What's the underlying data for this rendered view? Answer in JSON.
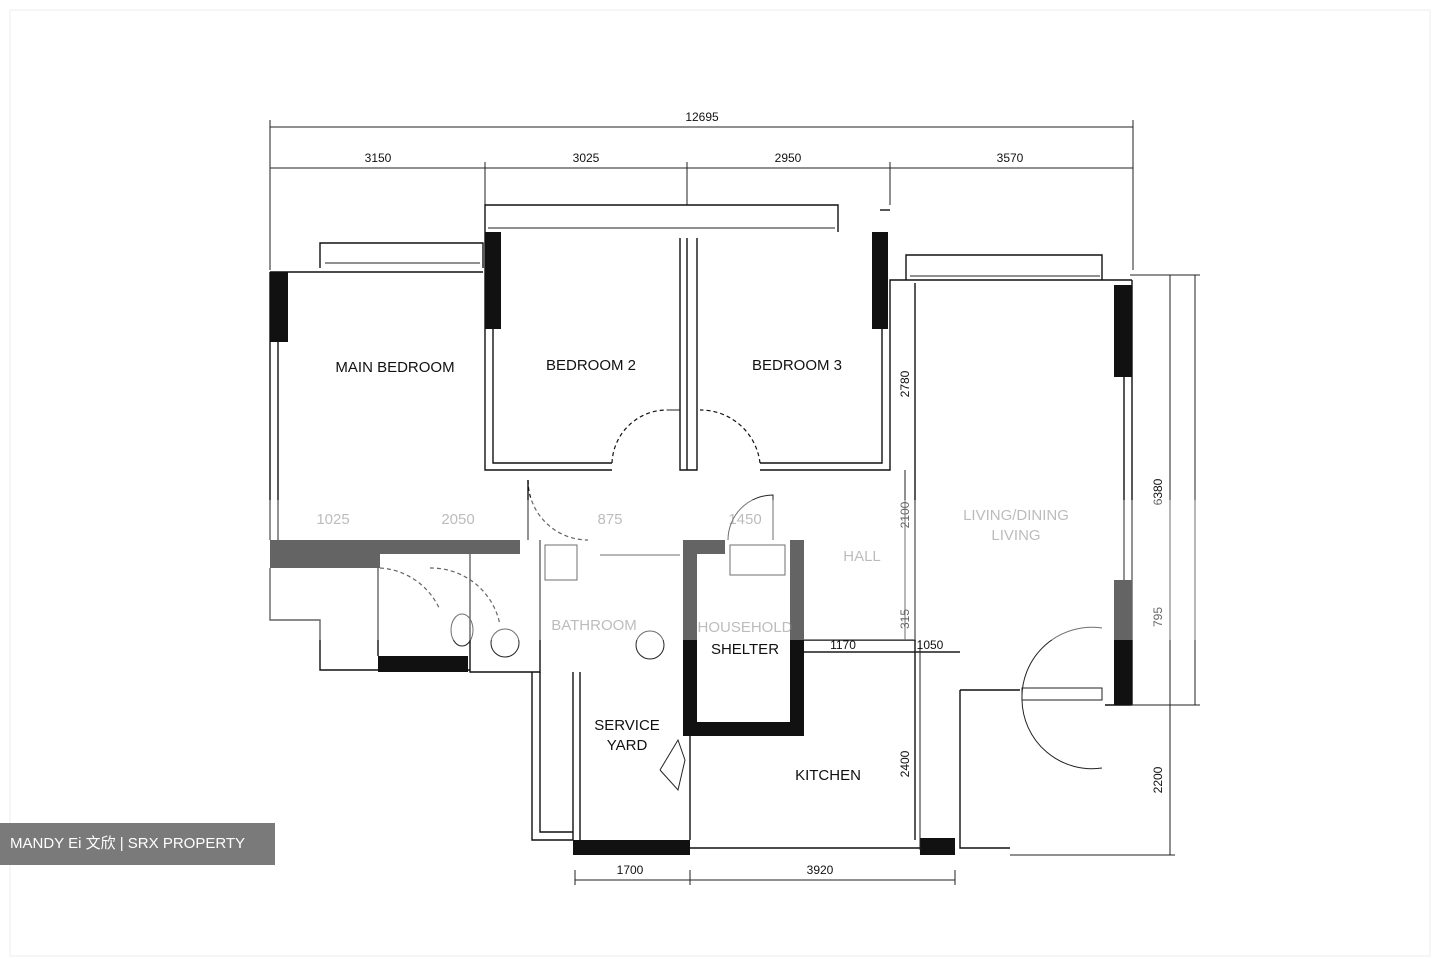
{
  "dimensions": {
    "overall_width": "12695",
    "top": [
      "3150",
      "3025",
      "2950",
      "3570"
    ],
    "bottom": [
      "1700",
      "3920"
    ],
    "bedroom3_right": "2780",
    "hall_left": "2100",
    "hall_lower": "315",
    "living_right": "6380",
    "living_lower": "795",
    "kitchen_right": "2400",
    "far_right_lower": "2200",
    "mid_1170": "1170",
    "mid_1050": "1050",
    "bath_1": "1025",
    "bath_2": "2050",
    "bath_3": "875",
    "store_dim": "1450"
  },
  "rooms": {
    "main_bedroom": "MAIN BEDROOM",
    "bedroom_2": "BEDROOM 2",
    "bedroom_3": "BEDROOM 3",
    "living_dining_1": "LIVING/DINING",
    "living_dining_2": "LIVING",
    "hall": "HALL",
    "bathroom": "BATHROOM",
    "household": "HOUSEHOLD",
    "shelter": "SHELTER",
    "service_yard_1": "SERVICE",
    "service_yard_2": "YARD",
    "kitchen": "KITCHEN"
  },
  "watermark": "MANDY Ei 文欣 | SRX PROPERTY"
}
